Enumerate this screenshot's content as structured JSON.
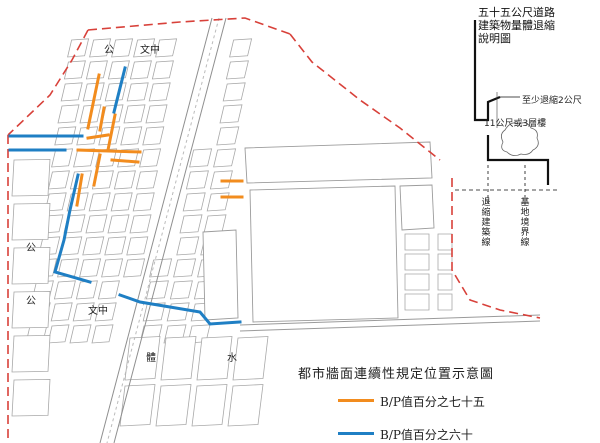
{
  "section_title": {
    "lines": [
      "五十五公尺道路",
      "建築物量體退縮",
      "說明圖"
    ]
  },
  "section_labels": {
    "setback_min": "至少退縮2公尺",
    "height_note": "11公尺或3層樓",
    "setback_line": "退縮建築線",
    "base_line": "基地境界線"
  },
  "map_labels": {
    "park_top": "公",
    "school_top": "文中",
    "park_mid": "公",
    "park_bottom": "公",
    "school_bottom": "文中",
    "sports": "體",
    "water": "水"
  },
  "legend": {
    "title": "都市牆面連續性規定位置示意圖",
    "items": [
      {
        "label": "B/P值百分之七十五",
        "color": "#F28C1E"
      },
      {
        "label": "B/P值百分之六十",
        "color": "#1F7FC4"
      }
    ]
  },
  "colors": {
    "orange": "#F28C1E",
    "blue": "#1F7FC4",
    "boundary": "#D8413A",
    "street": "#9a9a9a"
  }
}
